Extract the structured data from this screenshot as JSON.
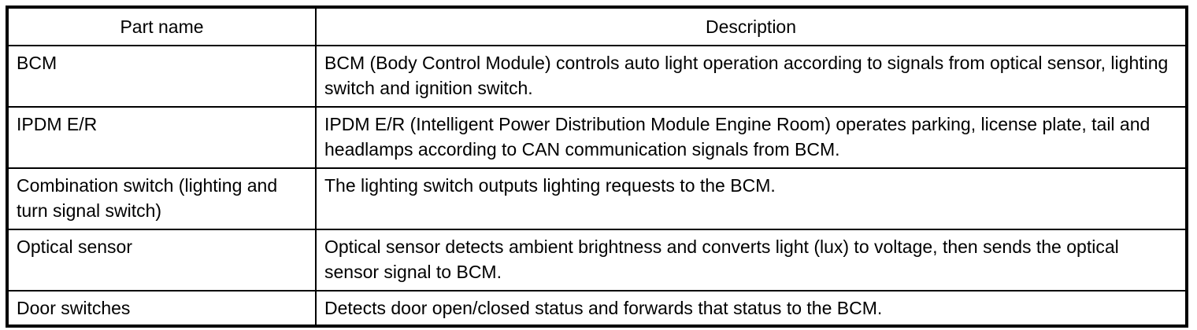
{
  "table": {
    "columns": [
      {
        "label": "Part name"
      },
      {
        "label": "Description"
      }
    ],
    "rows": [
      {
        "part_name": "BCM",
        "description": "BCM (Body Control Module) controls auto light operation according to signals from optical sensor, lighting switch and ignition switch."
      },
      {
        "part_name": "IPDM E/R",
        "description": "IPDM E/R (Intelligent Power Distribution Module Engine Room) operates parking, license plate, tail and headlamps according to CAN communication signals from BCM."
      },
      {
        "part_name": "Combination switch (lighting and turn signal switch)",
        "description": "The lighting switch outputs lighting requests to the BCM."
      },
      {
        "part_name": "Optical sensor",
        "description": "Optical sensor detects ambient brightness and converts light (lux) to voltage, then sends the optical sensor signal to BCM."
      },
      {
        "part_name": "Door switches",
        "description": "Detects door open/closed status and forwards that status to the BCM."
      }
    ],
    "colors": {
      "border": "#000000",
      "background": "#ffffff",
      "text": "#000000"
    }
  }
}
